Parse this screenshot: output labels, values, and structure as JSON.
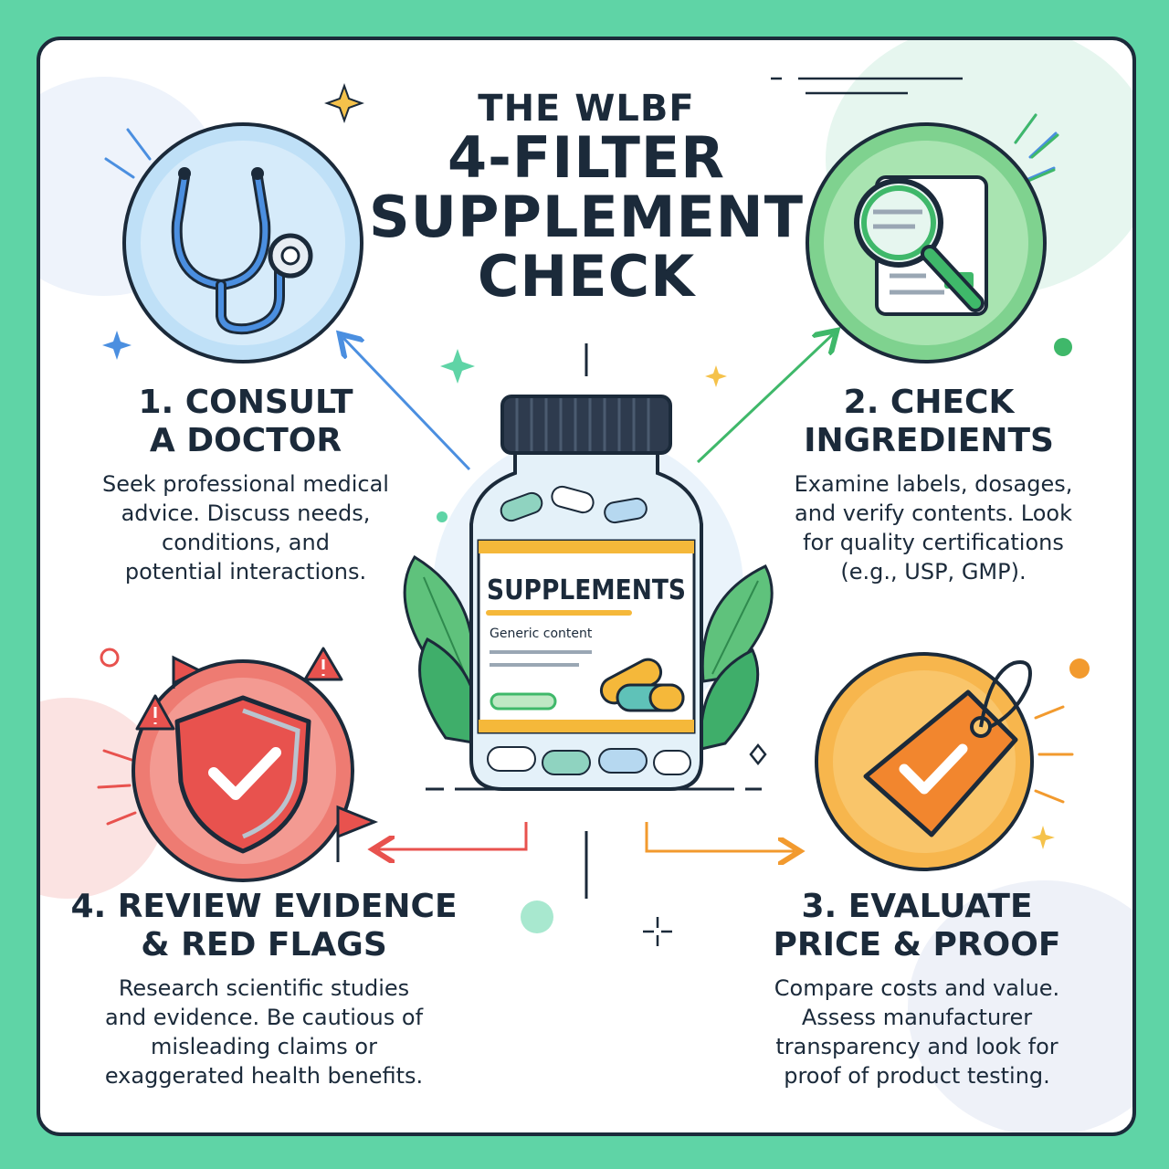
{
  "title": {
    "line1": "THE WLBF",
    "line2": "4-FILTER",
    "line3": "SUPPLEMENT",
    "line4": "CHECK"
  },
  "bottle": {
    "label": "SUPPLEMENTS",
    "sublabel": "Generic content"
  },
  "filters": [
    {
      "heading_1": "1. CONSULT",
      "heading_2": "A DOCTOR",
      "desc": [
        "Seek professional medical",
        "advice. Discuss needs,",
        "conditions, and",
        "potential interactions."
      ],
      "icon": "stethoscope-icon",
      "color": "#4b8fe0"
    },
    {
      "heading_1": "2. CHECK",
      "heading_2": "INGREDIENTS",
      "desc": [
        "Examine labels, dosages,",
        "and verify contents. Look",
        "for quality certifications",
        "(e.g., USP, GMP)."
      ],
      "icon": "magnifier-label-icon",
      "color": "#3fb86a"
    },
    {
      "heading_1": "3. EVALUATE",
      "heading_2": "PRICE & PROOF",
      "desc": [
        "Compare costs and value.",
        "Assess manufacturer",
        "transparency and look for",
        "proof of product testing."
      ],
      "icon": "price-tag-icon",
      "color": "#f29a2e"
    },
    {
      "heading_1": "4. REVIEW EVIDENCE",
      "heading_2": "& RED FLAGS",
      "desc": [
        "Research scientific studies",
        "and evidence. Be cautious of",
        "misleading claims or",
        "exaggerated health benefits."
      ],
      "icon": "shield-check-icon",
      "color": "#e8524e"
    }
  ],
  "colors": {
    "background": "#5fd4a6",
    "ink": "#1b2a3a",
    "blue": "#4b8fe0",
    "green": "#3fb86a",
    "orange": "#f29a2e",
    "red": "#e8524e"
  }
}
